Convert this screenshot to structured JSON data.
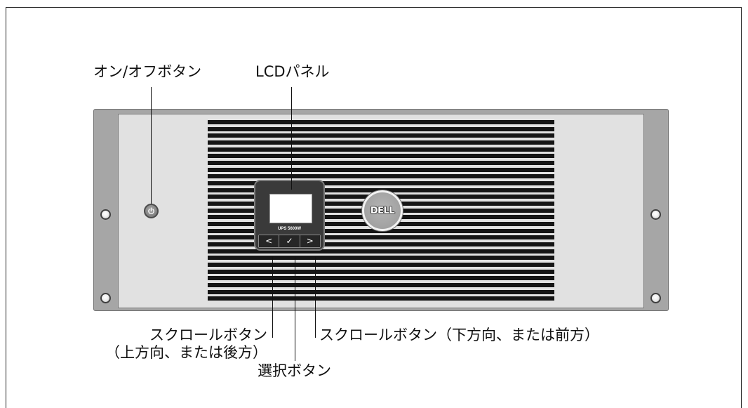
{
  "figure": {
    "callouts": {
      "power_button": "オン/オフボタン",
      "lcd_panel": "LCDパネル",
      "scroll_up_button": "スクロールボタン",
      "scroll_up_button_detail": "（上方向、または後方）",
      "select_button": "選択ボタン",
      "scroll_down_button": "スクロールボタン（下方向、または前方）"
    }
  },
  "device": {
    "model_label": "UPS 5600W",
    "logo_text": "DELL",
    "power_icon": "power-icon",
    "lcd_buttons": [
      {
        "glyph": "<",
        "icon": "chevron-left-icon"
      },
      {
        "glyph": "✓",
        "icon": "checkmark-icon"
      },
      {
        "glyph": ">",
        "icon": "chevron-right-icon"
      }
    ]
  },
  "colors": {
    "rack_ear": "#a6a6a6",
    "front_panel": "#e1e1e1",
    "vent_slat": "#151515",
    "lcd_bezel": "#3a3a3a",
    "logo_badge": "#9a9a9a"
  }
}
